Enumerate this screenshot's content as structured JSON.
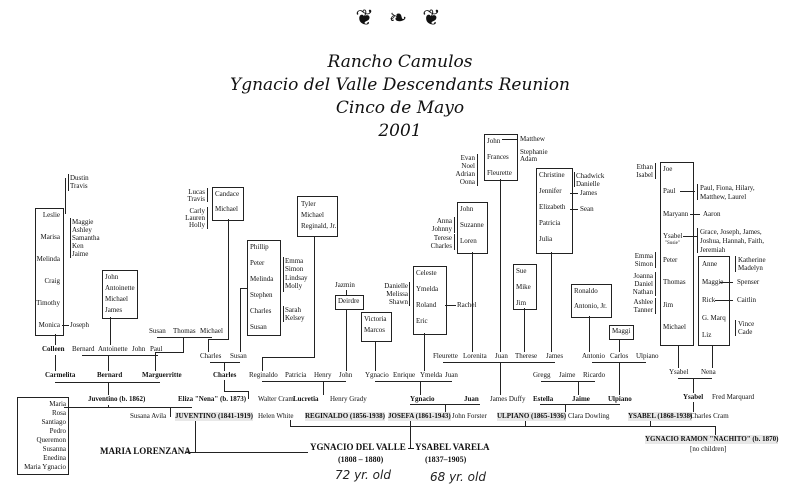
{
  "header": {
    "ornament": "❦ ❧ ❦",
    "title_line1": "Rancho Camulos",
    "title_line2": "Ygnacio del Valle Descendants Reunion",
    "title_line3": "Cinco de Mayo",
    "year": "2001"
  },
  "root": {
    "ygnacio": "YGNACIO DEL VALLE",
    "ygnacio_years": "(1808 – 1880)",
    "ysabel": "YSABEL VARELA",
    "ysabel_years": "(1837–1905)",
    "maria_lorenzana": "MARIA LORENZANA",
    "note_left": "72 yr. old",
    "note_right": "68 yr. old"
  },
  "gen1": {
    "juventino": "JUVENTINO (1841-1919)",
    "juventino_spouse": "Susana Avila",
    "reginaldo": "REGINALDO (1856-1938)",
    "reginaldo_spouse": "Helen White",
    "josefa": "JOSEFA (1861-1943)",
    "josefa_spouse": "John Forster",
    "ulpiano": "ULPIANO (1865-1936)",
    "ulpiano_spouse": "Clara Dowling",
    "ysabel": "YSABEL (1868-1938)",
    "ysabel_spouse": "Charles Cram",
    "ygnacio_ramon": "YGNACIO RAMON \"NACHITO\" (b. 1870)",
    "no_children": "[no children]"
  },
  "gen2": {
    "juventino_jr": "Juventino (b. 1862)",
    "eliza": "Eliza \"Nena\" (b. 1873)",
    "eliza_spouse": "Walter Cram",
    "lucretia": "Lucretia",
    "lucretia_spouse": "Henry Grady",
    "ygnacio": "Ygnacio",
    "juan": "Juan",
    "estella": "Estella",
    "estella_spouse": "James Duffy",
    "jaime": "Jaime",
    "ulpiano": "Ulpiano",
    "ysabel": "Ysabel",
    "ysabel_spouse": "Fred Marquard",
    "maria_box": [
      "Maria",
      "Rosa",
      "Santiago",
      "Pedro",
      "Queremon",
      "Susanna",
      "Enedina",
      "Maria Ygnacio"
    ]
  },
  "gen3": {
    "juventino_children": [
      "Carmelita",
      "Bernard",
      "Marguerritte"
    ],
    "eliza_children": [
      "Charles"
    ],
    "lucretia_children": [
      "Reginaldo",
      "Patricia",
      "Henry",
      "John"
    ],
    "ygnacio_children": [
      "Ygnacio",
      "Enrique",
      "Ymelda",
      "Juan"
    ],
    "juan_children": [
      "Fleurette",
      "Lorenita",
      "Juan",
      "Therese",
      "James"
    ],
    "jaime_children": [
      "Gregg",
      "Jaime",
      "Ricardo"
    ],
    "ulpiano_children": [
      "Antonio",
      "Carlos",
      "Ulpiano"
    ],
    "ysabel_children": [
      "Ysabel",
      "Nena"
    ]
  },
  "gen4": {
    "carmelita_child": "Colleen",
    "bernard_children": [
      "Bernard",
      "Antoinette",
      "John",
      "Paul"
    ],
    "marguerritte_children": [
      "Susan",
      "Thomas",
      "Michael"
    ],
    "charles_children": [
      "Charles",
      "Susan"
    ]
  },
  "boxes": {
    "colleen_box": [
      "Leslie",
      "Marisa",
      "Melinda",
      "Craig",
      "Timothy",
      "Monica"
    ],
    "leslie_kids": [
      "Dustin",
      "Travis"
    ],
    "marisa_kids": [
      "Maggie",
      "Ashley",
      "Samantha",
      "Ken",
      "Jaime"
    ],
    "monica_spouse": "Joseph",
    "antoinette_box": [
      "John",
      "Antoinette",
      "Michael",
      "James"
    ],
    "michael_box": [
      "Candace",
      "Michael"
    ],
    "candace_kids": [
      "Lucas",
      "Travis"
    ],
    "michael_kids": [
      "Carly",
      "Lauren",
      "Holly"
    ],
    "susan_box": [
      "Phillip",
      "Peter",
      "Melinda",
      "Stephen",
      "Charles",
      "Susan"
    ],
    "peter_kids": [
      "Emma",
      "Simon"
    ],
    "melinda_kids": [
      "Lindsay",
      "Molly"
    ],
    "charles_kids": [
      "Sarah",
      "Kelsey"
    ],
    "reginaldo_box": [
      "Tyler",
      "Michael",
      "Reginald, Jr."
    ],
    "deirdre_box": [
      "Deirdre"
    ],
    "deirdre_child": "Jazmin",
    "ygnacio_box": [
      "Victoria",
      "Marcos"
    ],
    "ymelda_box": [
      "Celeste",
      "Ymelda",
      "Roland",
      "Eric"
    ],
    "ymelda_kids": [
      "Danielle",
      "Melissa",
      "Shawn"
    ],
    "roland_spouse": "Rachel",
    "fleurette_box": [
      "John",
      "Frances",
      "Fleurette"
    ],
    "john_spouse": "Matthew",
    "frances_kids": [
      "Stephanie",
      "Adam"
    ],
    "fleurette_kids": [
      "Evan",
      "Noel",
      "Adrian",
      "Oona"
    ],
    "lorenita_box": [
      "John",
      "Suzanne",
      "Loren"
    ],
    "suzanne_kids": [
      "Anna",
      "Johnny"
    ],
    "loren_kids": [
      "Terese",
      "Charles"
    ],
    "therese_box": [
      "Sue",
      "Mike",
      "Jim"
    ],
    "james_box": [
      "Christine",
      "Jennifer",
      "Elizabeth",
      "Patricia",
      "Julia"
    ],
    "christine_kids": [
      "Chadwick",
      "Danielle"
    ],
    "jennifer_spouse": "James",
    "elizabeth_spouse": "Sean",
    "antonio_box": [
      "Ronaldo",
      "Antonio, Jr."
    ],
    "carlos_box": [
      "Maggi"
    ],
    "ysabel_box": [
      "Joe",
      "Paul",
      "Maryann",
      "Ysabel",
      "Peter",
      "Thomas",
      "Jim",
      "Michael"
    ],
    "ysabel_nick": "\"Susie\"",
    "joe_kids": [
      "Ethan",
      "Isabel"
    ],
    "paul_kids": "Paul, Fiona, Hilary, Matthew, Laurel",
    "maryann_kid": "Aaron",
    "ysabel_kids": "Grace, Joseph, James, Joshua, Hannah, Faith, Jeremiah",
    "thomas_kids": [
      "Joanna",
      "Daniel",
      "Nathan"
    ],
    "jim_kids": [
      "Ashlee",
      "Tanner"
    ],
    "nena_box": [
      "Anne",
      "Maggie",
      "Rick",
      "G. Marq",
      "Liz"
    ],
    "anne_kids": [
      "Katherine",
      "Madelyn"
    ],
    "maggie_spouse": "Spenser",
    "rick_spouse": "Caitlin",
    "liz_kids": [
      "Vince",
      "Cade"
    ]
  }
}
